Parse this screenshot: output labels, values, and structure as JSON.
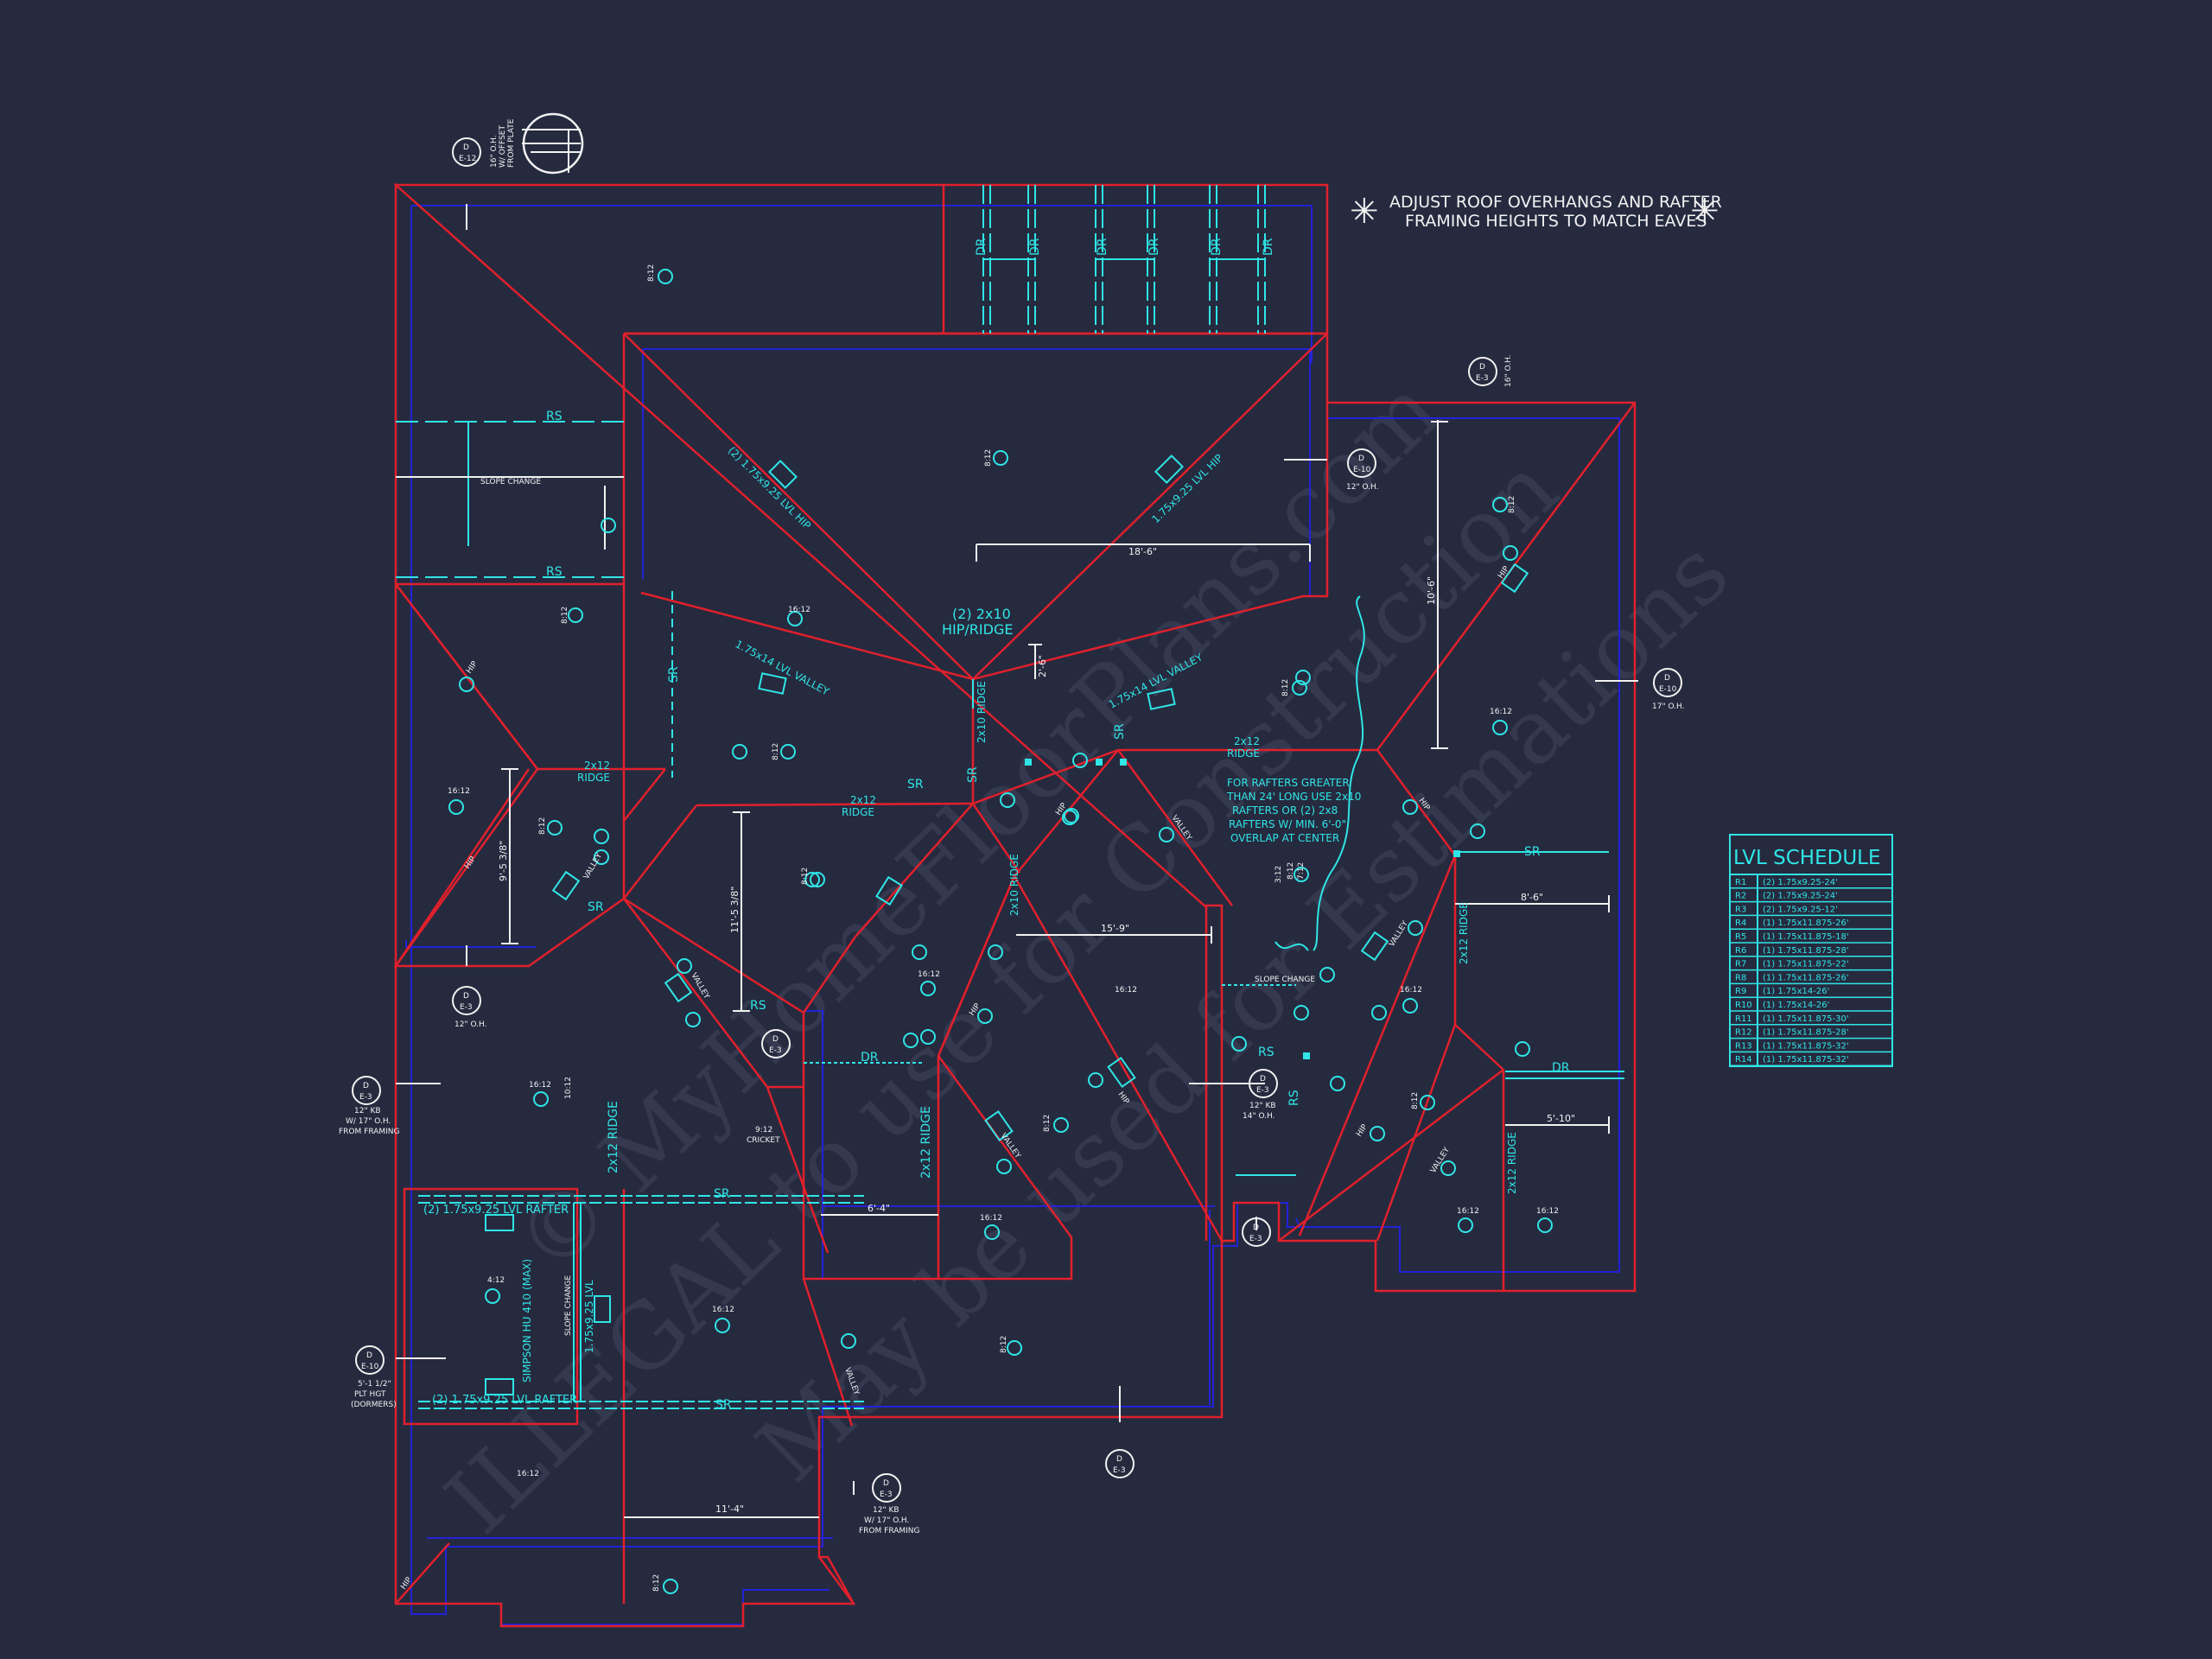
{
  "notes": {
    "main_line1": "ADJUST ROOF OVERHANGS AND RAFTER",
    "main_line2": "FRAMING HEIGHTS TO MATCH EAVES",
    "rafters_1": "FOR RAFTERS GREATER",
    "rafters_2": "THAN 24' LONG USE 2x10",
    "rafters_3": "RAFTERS OR (2) 2x8",
    "rafters_4": "RAFTERS W/ MIN. 6'-0\"",
    "rafters_5": "OVERLAP AT CENTER"
  },
  "schedule": {
    "title": "LVL SCHEDULE",
    "rows": [
      {
        "id": "R1",
        "spec": "(2) 1.75x9.25-24'"
      },
      {
        "id": "R2",
        "spec": "(2) 1.75x9.25-24'"
      },
      {
        "id": "R3",
        "spec": "(2) 1.75x9.25-12'"
      },
      {
        "id": "R4",
        "spec": "(1) 1.75x11.875-26'"
      },
      {
        "id": "R5",
        "spec": "(1) 1.75x11.875-18'"
      },
      {
        "id": "R6",
        "spec": "(1) 1.75x11.875-28'"
      },
      {
        "id": "R7",
        "spec": "(1) 1.75x11.875-22'"
      },
      {
        "id": "R8",
        "spec": "(1) 1.75x11.875-26'"
      },
      {
        "id": "R9",
        "spec": "(1) 1.75x14-26'"
      },
      {
        "id": "R10",
        "spec": "(1) 1.75x14-26'"
      },
      {
        "id": "R11",
        "spec": "(1) 1.75x11.875-30'"
      },
      {
        "id": "R12",
        "spec": "(1) 1.75x11.875-28'"
      },
      {
        "id": "R13",
        "spec": "(1) 1.75x11.875-32'"
      },
      {
        "id": "R14",
        "spec": "(1) 1.75x11.875-32'"
      }
    ]
  },
  "labels": {
    "dr": "DR",
    "rs": "RS",
    "sr": "SR",
    "hip": "HIP",
    "valley": "VALLEY",
    "ridge": "RIDGE",
    "ridge_2x12": "2x12",
    "ridge_2x10": "2x10",
    "slope_change": "SLOPE CHANGE",
    "cricket": "CRICKET",
    "hip_ridge_1": "(2) 2x10",
    "hip_ridge_2": "HIP/RIDGE",
    "lvl_hip_a": "(2) 1.75x9.25 LVL HIP",
    "lvl_hip_b": "1.75x9.25 LVL HIP",
    "lvl_valley_a": "1.75x14 LVL VALLEY",
    "lvl_valley_b": "1.75x14 LVL VALLEY",
    "lvl_rafter_top": "(2) 1.75x9.25 LVL RAFTER",
    "lvl_rafter_bottom": "(2) 1.75x9.25 LVL RAFTER",
    "lvl_vertical": "1.75x9.25 LVL",
    "simpson": "SIMPSON HU 410 (MAX)",
    "pitch_812": "8:12",
    "pitch_1012": "10:12",
    "pitch_1612": "16:12",
    "pitch_312": "3:12",
    "pitch_412": "4:12",
    "pitch_712": "7:12",
    "pitch_912": "9:12"
  },
  "dimensions": {
    "d1": "18'-6\"",
    "d2": "2'-6\"",
    "d3": "10'-6\"",
    "d4": "9'-5 3/8\"",
    "d5": "11'-5 3/8\"",
    "d6": "15'-9\"",
    "d7": "8'-6\"",
    "d8": "5'-10\"",
    "d9": "6'-4\"",
    "d10": "11'-4\""
  },
  "callouts": {
    "d": "D",
    "e3": "E-3",
    "e10": "E-10",
    "e12": "E-12",
    "oh_12": "12\" O.H.",
    "oh_16": "16\" O.H.",
    "oh_17": "17\" O.H.",
    "kb_12": "12\" KB",
    "kb_14": "14\" O.H.",
    "from_framing": "FROM FRAMING",
    "w_17oh": "W/ 17\" O.H.",
    "plt_hgt": "PLT HGT",
    "dormers": "(DORMERS)",
    "h_5ft": "5'-1 1/2\"",
    "offset_a": "W/ OFFSET",
    "offset_b": "FROM PLATE"
  },
  "colors": {
    "background": "#262a3f",
    "red": "#e0202c",
    "blue": "#2222d8",
    "cyan": "#2fe6e6",
    "white": "#f2f2f2"
  },
  "watermark": {
    "line1": "© MyHomeFloorPlans.com",
    "line2": "ILLEGAL to use for Construction",
    "line3": "May be used for Estimations"
  }
}
